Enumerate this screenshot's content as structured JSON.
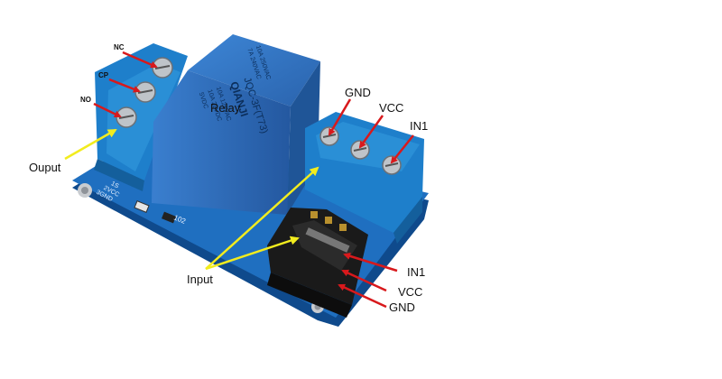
{
  "relay_module": {
    "relay_brand": "QIANJI",
    "relay_model": "JQC-3F(T73)",
    "relay_ratings": [
      "7A 240VAC",
      "10A 250VAC",
      "10A 125VAC",
      "10A 28VDC",
      "5VDC"
    ],
    "silkscreen_pins": [
      "1S",
      "2VCC",
      "3GND"
    ],
    "component_marking": "102"
  },
  "labels": {
    "nc": "NC",
    "cp": "CP",
    "no": "NO",
    "output": "Ouput",
    "relay": "Relay",
    "input": "Input",
    "terminal_gnd": "GND",
    "terminal_vcc": "VCC",
    "terminal_in1": "IN1",
    "header_in1": "IN1",
    "header_vcc": "VCC",
    "header_gnd": "GND"
  },
  "colors": {
    "board": "#1f6fc0",
    "relay_body": "#2f73c6",
    "terminal_block": "#2a8fd6",
    "header": "#1a1a1a",
    "arrow_red": "#d8191c",
    "arrow_yellow": "#f2ec1e"
  }
}
